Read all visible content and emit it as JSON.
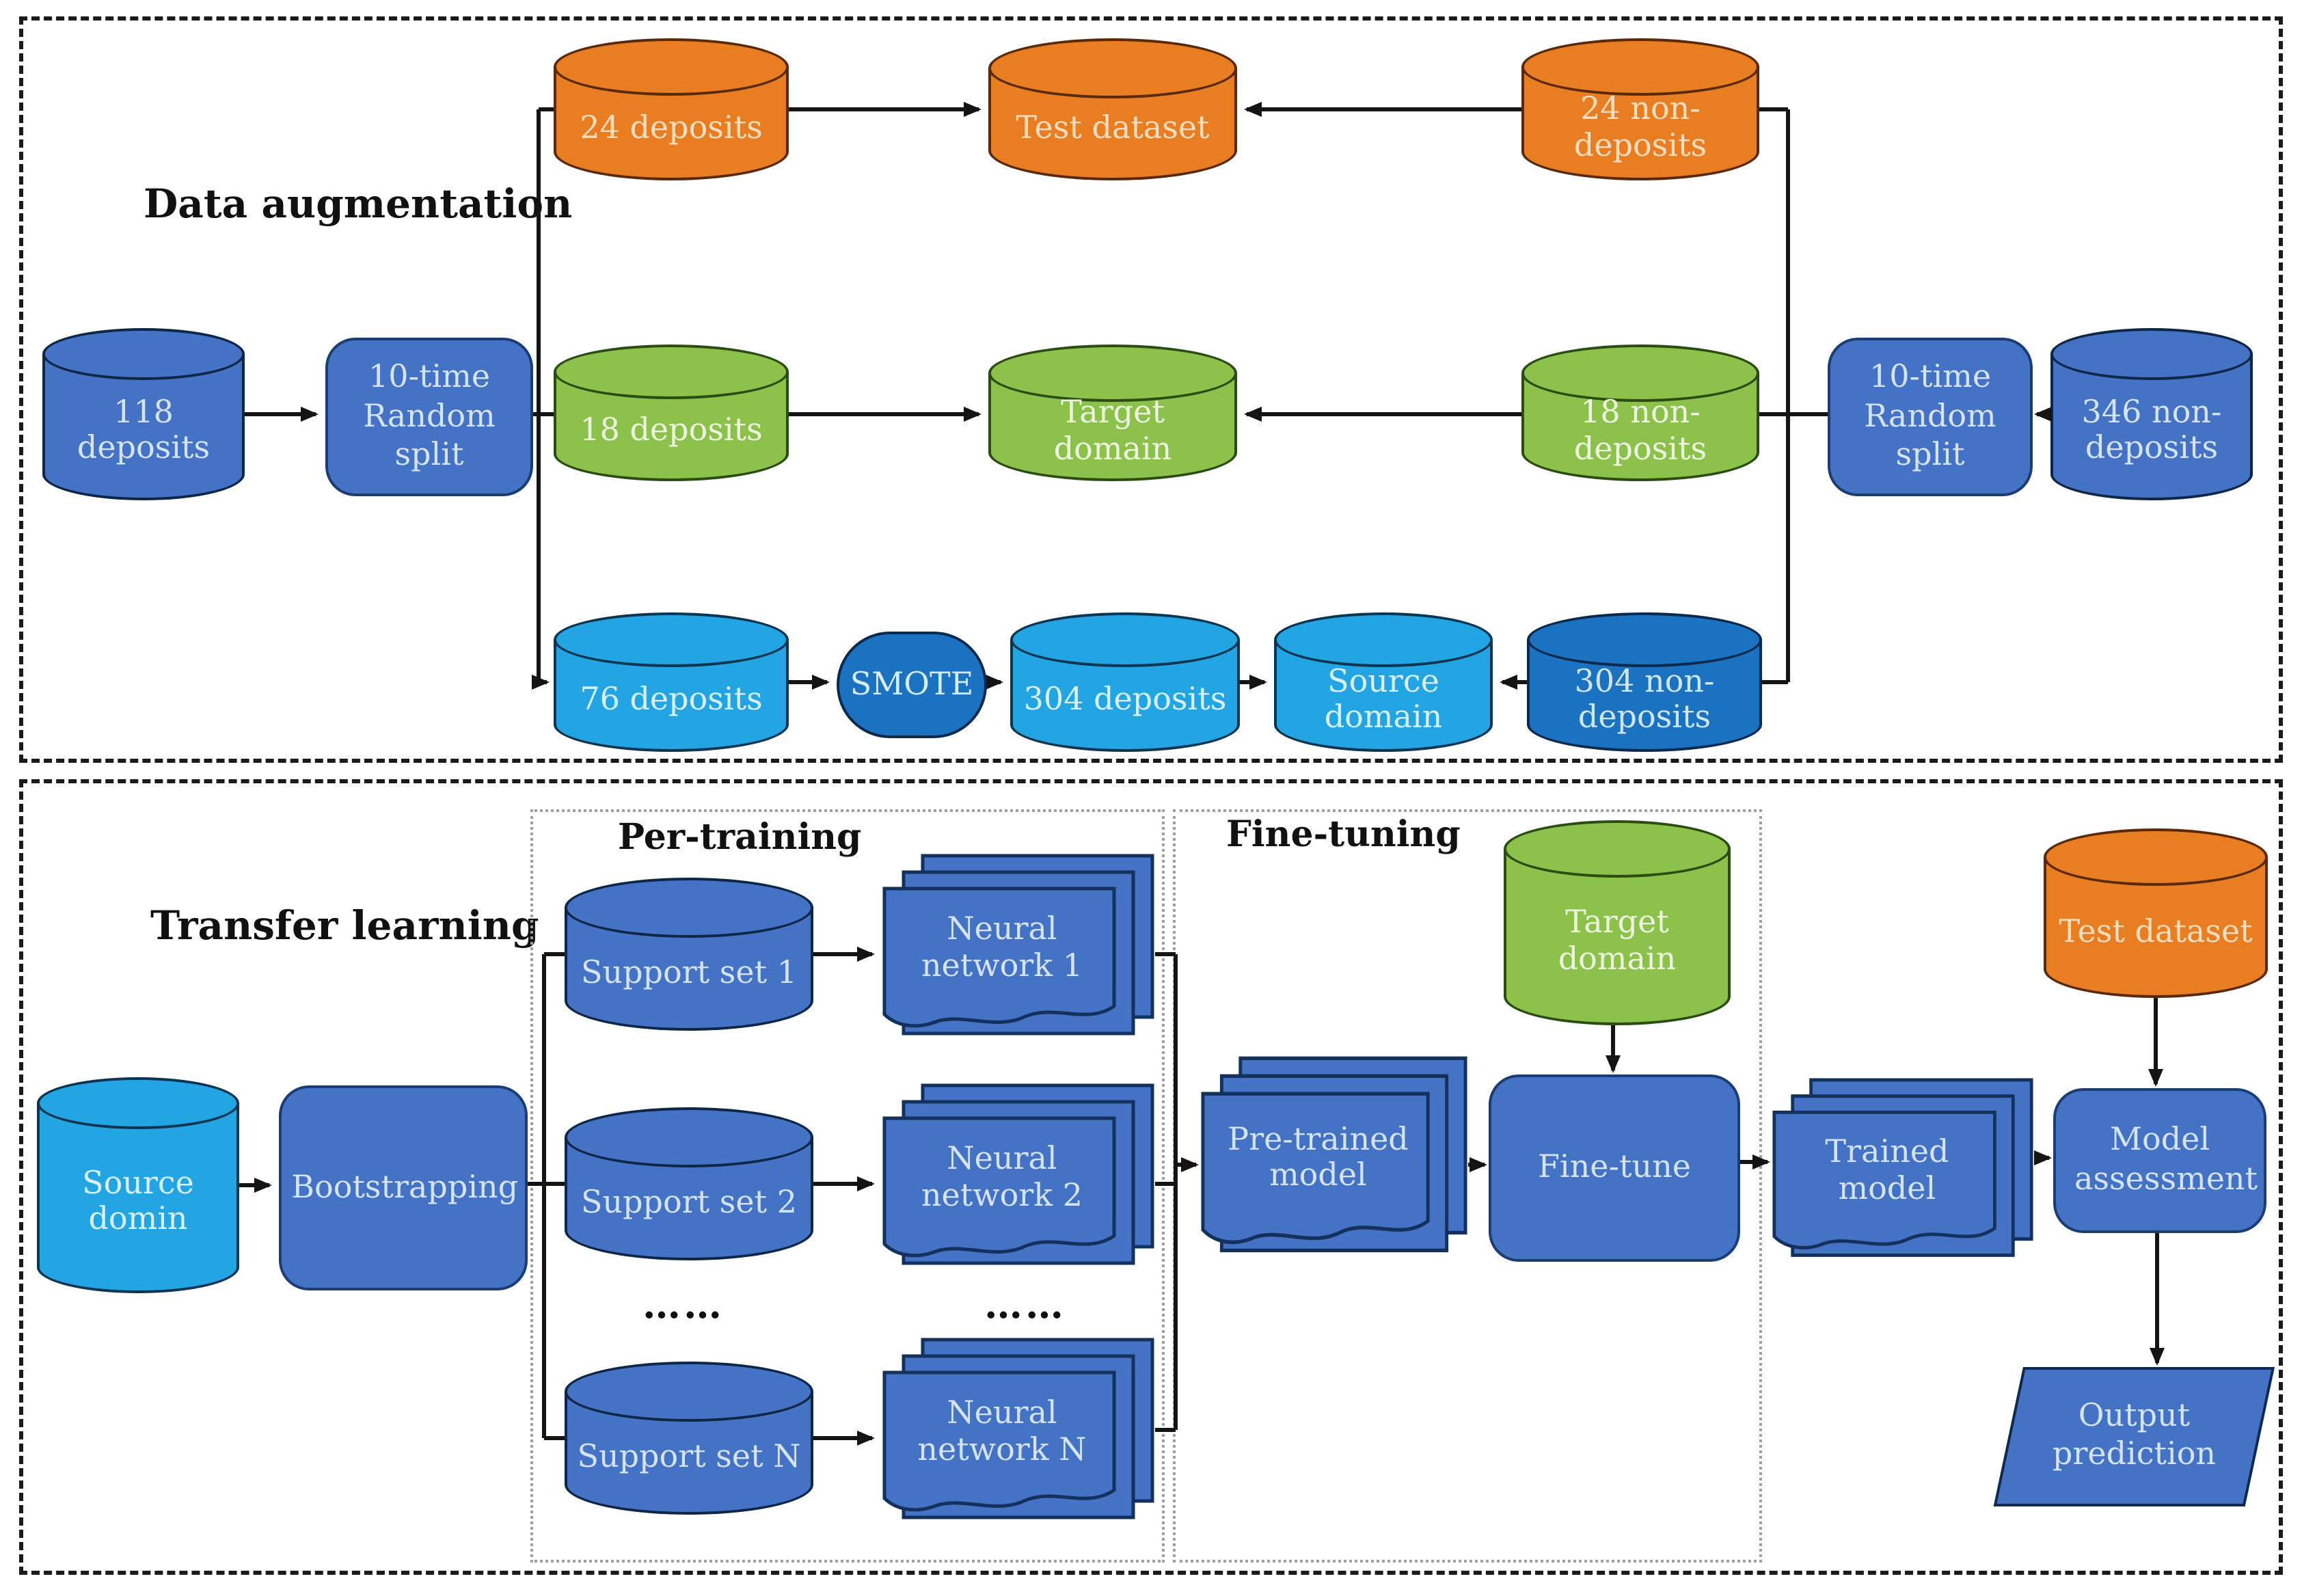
{
  "augmentation": {
    "title": "Data augmentation",
    "deposits118": "118 deposits",
    "random_split_left": "10-time Random split",
    "deposits24": "24 deposits",
    "test_dataset": "Test dataset",
    "non_deposits24": "24 non-deposits",
    "deposits18": "18 deposits",
    "target_domain": "Target domain",
    "non_deposits18": "18 non-deposits",
    "random_split_right": "10-time Random split",
    "non_deposits346": "346 non-deposits",
    "deposits76": "76 deposits",
    "smote": "SMOTE",
    "deposits304": "304 deposits",
    "source_domain": "Source domain",
    "non_deposits304": "304 non-deposits"
  },
  "transfer": {
    "title": "Transfer learning",
    "pretraining_label": "Per-training",
    "finetuning_label": "Fine-tuning",
    "source_domin": "Source domin",
    "bootstrapping": "Bootstrapping",
    "support_set_1": "Support set 1",
    "support_set_2": "Support set 2",
    "support_set_n": "Support set N",
    "neural_network_1": "Neural network 1",
    "neural_network_2": "Neural network 2",
    "neural_network_n": "Neural network N",
    "ellipsis": "……",
    "pretrained_model": "Pre-trained model",
    "target_domain": "Target domain",
    "fine_tune": "Fine-tune",
    "trained_model": "Trained model",
    "test_dataset": "Test dataset",
    "model_assessment": "Model assessment",
    "output_prediction": "Output prediction"
  },
  "colors": {
    "blue": "#4472c4",
    "light_blue": "#22a5e2",
    "dark_blue": "#1b72c0",
    "orange": "#e87d22",
    "green": "#8cc24c"
  }
}
